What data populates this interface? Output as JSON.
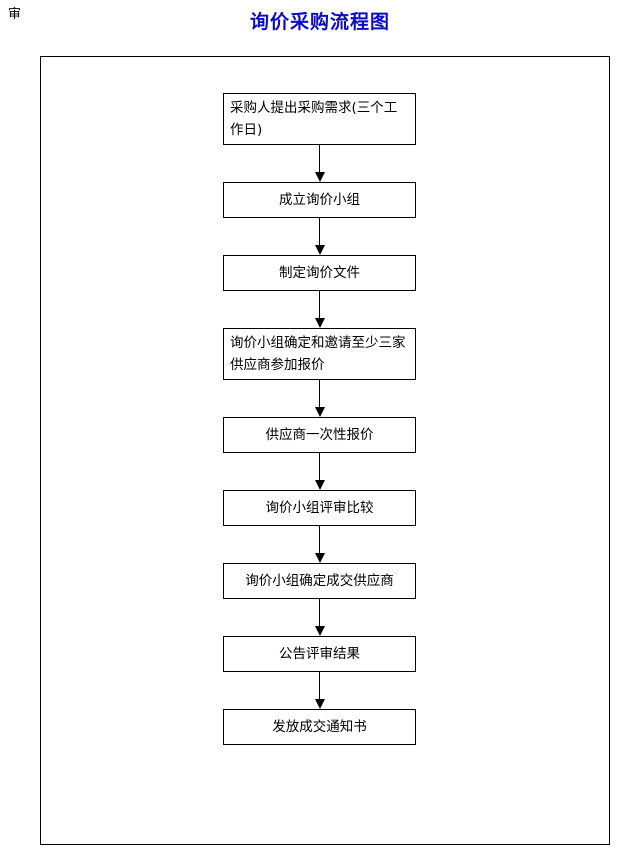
{
  "page": {
    "margin_mark": "审",
    "title": "询价采购流程图",
    "title_color": "#0c0cc8"
  },
  "chart_data": {
    "type": "flowchart",
    "title": "询价采购流程图",
    "orientation": "top-to-bottom",
    "connector_style": "straight-arrow",
    "nodes": [
      {
        "id": "n1",
        "label": "采购人提出采购需求(三个工作日)",
        "shape": "rectangle",
        "lines": 2,
        "align": "left"
      },
      {
        "id": "n2",
        "label": "成立询价小组",
        "shape": "rectangle",
        "lines": 1,
        "align": "center"
      },
      {
        "id": "n3",
        "label": "制定询价文件",
        "shape": "rectangle",
        "lines": 1,
        "align": "center"
      },
      {
        "id": "n4",
        "label": "询价小组确定和邀请至少三家供应商参加报价",
        "shape": "rectangle",
        "lines": 2,
        "align": "left"
      },
      {
        "id": "n5",
        "label": "供应商一次性报价",
        "shape": "rectangle",
        "lines": 1,
        "align": "center"
      },
      {
        "id": "n6",
        "label": "询价小组评审比较",
        "shape": "rectangle",
        "lines": 1,
        "align": "center"
      },
      {
        "id": "n7",
        "label": "询价小组确定成交供应商",
        "shape": "rectangle",
        "lines": 1,
        "align": "center"
      },
      {
        "id": "n8",
        "label": "公告评审结果",
        "shape": "rectangle",
        "lines": 1,
        "align": "center"
      },
      {
        "id": "n9",
        "label": "发放成交通知书",
        "shape": "rectangle",
        "lines": 1,
        "align": "center"
      }
    ],
    "edges": [
      {
        "from": "n1",
        "to": "n2",
        "label": ""
      },
      {
        "from": "n2",
        "to": "n3",
        "label": ""
      },
      {
        "from": "n3",
        "to": "n4",
        "label": ""
      },
      {
        "from": "n4",
        "to": "n5",
        "label": ""
      },
      {
        "from": "n5",
        "to": "n6",
        "label": ""
      },
      {
        "from": "n6",
        "to": "n7",
        "label": ""
      },
      {
        "from": "n7",
        "to": "n8",
        "label": ""
      },
      {
        "from": "n8",
        "to": "n9",
        "label": ""
      }
    ]
  }
}
